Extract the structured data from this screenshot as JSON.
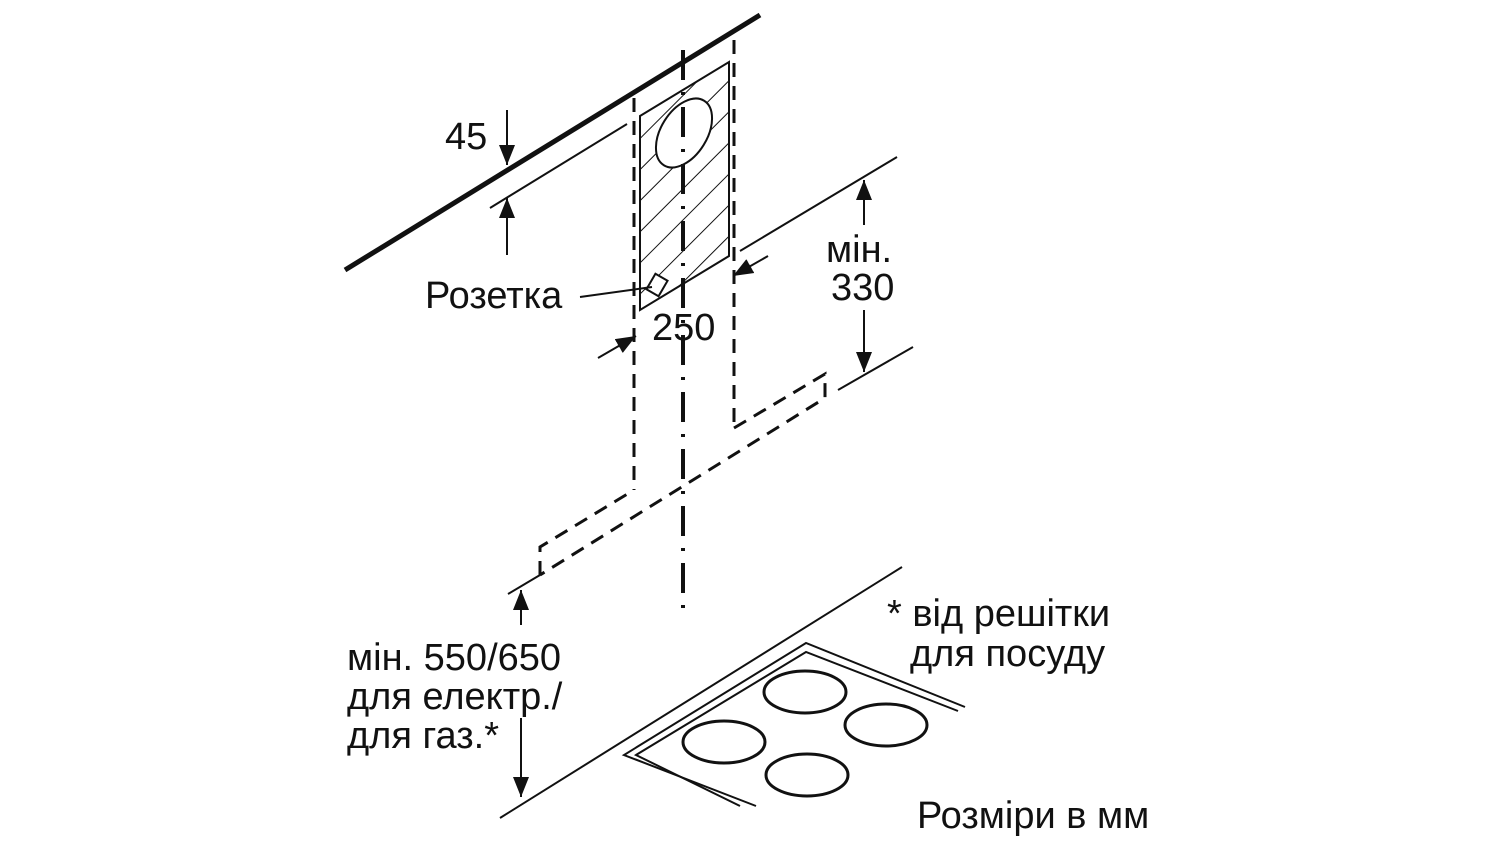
{
  "diagram": {
    "title": "Range hood installation dimensions",
    "colors": {
      "line": "#111111",
      "background": "#ffffff"
    },
    "labels": {
      "ceiling_gap": "45",
      "socket": "Розетка",
      "chimney_width": "250",
      "min_330_line1": "мін.",
      "min_330_line2": "330",
      "min_height_line1": "мін. 550/650",
      "min_height_line2": "для електр./",
      "min_height_line3": "для газ.*",
      "footnote_line1": "* від решітки",
      "footnote_line2": "для посуду",
      "units": "Розміри в мм"
    },
    "dimensions": {
      "ceiling_gap_mm": 45,
      "chimney_width_mm": 250,
      "min_clearance_mm": 330,
      "min_height_electric_mm": 550,
      "min_height_gas_mm": 650
    }
  }
}
